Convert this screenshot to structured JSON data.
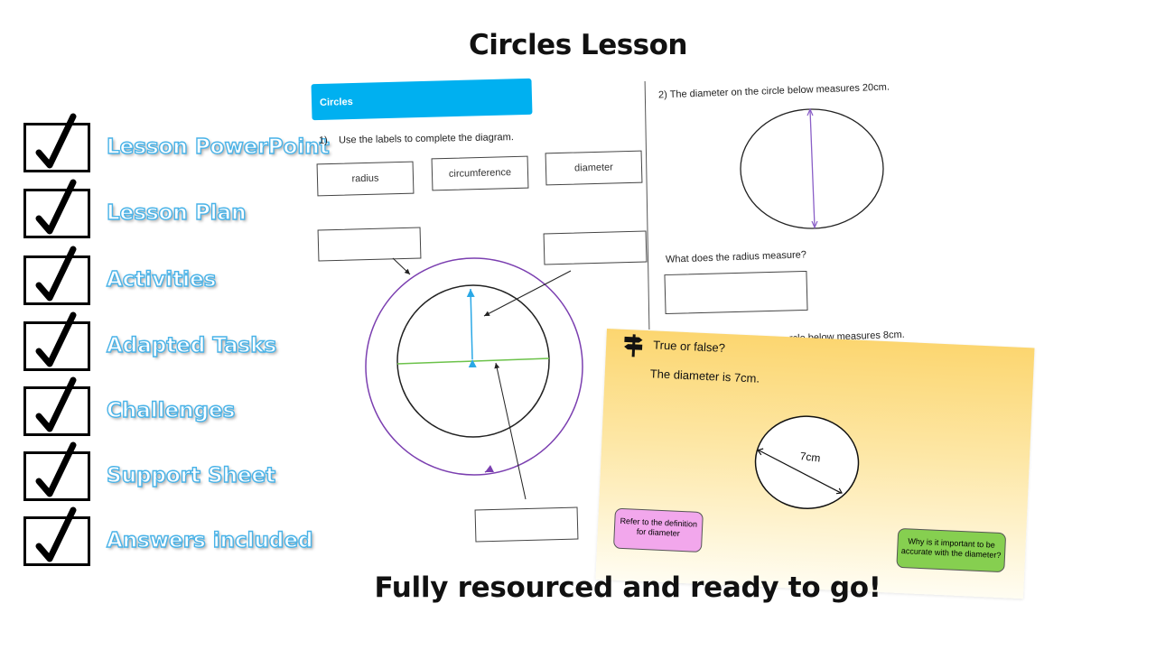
{
  "title": "Circles Lesson",
  "footer": "Fully resourced and ready to go!",
  "checklist": [
    {
      "label": "Lesson PowerPoint",
      "icon": "checkmark-icon"
    },
    {
      "label": "Lesson Plan",
      "icon": "checkmark-icon"
    },
    {
      "label": "Activities",
      "icon": "checkmark-icon"
    },
    {
      "label": "Adapted Tasks",
      "icon": "checkmark-icon"
    },
    {
      "label": "Challenges",
      "icon": "checkmark-icon"
    },
    {
      "label": "Support Sheet",
      "icon": "checkmark-icon"
    },
    {
      "label": "Answers included",
      "icon": "checkmark-icon"
    }
  ],
  "worksheet": {
    "header": "Circles",
    "q1_number": "1)",
    "q1_text": "Use the labels to complete the diagram.",
    "labels": [
      "radius",
      "circumference",
      "diameter"
    ],
    "q2_text": "2) The diameter on the circle below measures 20cm.",
    "q2_question": "What does the radius measure?",
    "q3_partial": "rcle below measures 8cm."
  },
  "slide": {
    "heading": "True or false?",
    "statement": "The diameter is 7cm.",
    "circle_label": "7cm",
    "hint_bubble": "Refer to the definition for diameter",
    "question_bubble": "Why is it important to be accurate with the diameter?"
  },
  "colors": {
    "label_blue": "#49b3e8",
    "header_blue": "#00b0f0",
    "circumference_purple": "#7b3fb0",
    "radius_blue": "#2aa8e6",
    "diameter_green": "#6cc24a",
    "bubble_pink": "#f2a7ec",
    "bubble_green": "#86cf50"
  }
}
